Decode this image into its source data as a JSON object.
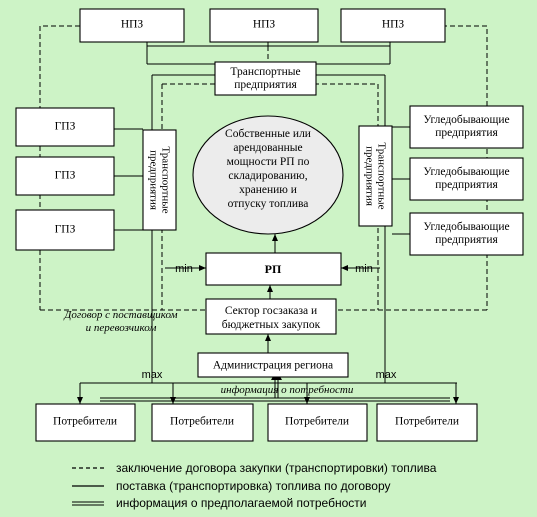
{
  "top_producers": [
    "НПЗ",
    "НПЗ",
    "НПЗ"
  ],
  "left_producers": [
    "ГПЗ",
    "ГПЗ",
    "ГПЗ"
  ],
  "right_consumers": [
    "Угледобывающие предприятия",
    "Угледобывающие предприятия",
    "Угледобывающие предприятия"
  ],
  "transport_top": "Транспортные предприятия",
  "transport_side": "Транспортные предприятия",
  "storage": [
    "Собственные или",
    "арендованные",
    "мощности РП по",
    "складированию,",
    "хранению и",
    "отпуску топлива"
  ],
  "rp": "РП",
  "sector": [
    "Сектор госзаказа и",
    "бюджетных закупок"
  ],
  "admin": "Администрация региона",
  "contract_note": [
    "Договор с поставщиком",
    "и перевозчиком"
  ],
  "info_note": "информация о потребности",
  "min_label": "min",
  "max_label": "max",
  "consumers": [
    "Потребители",
    "Потребители",
    "Потребители",
    "Потребители"
  ],
  "legend": [
    "заключение договора закупки (транспортировки) топлива",
    "поставка (транспортировка) топлива по договору",
    "информация о предполагаемой потребности"
  ]
}
